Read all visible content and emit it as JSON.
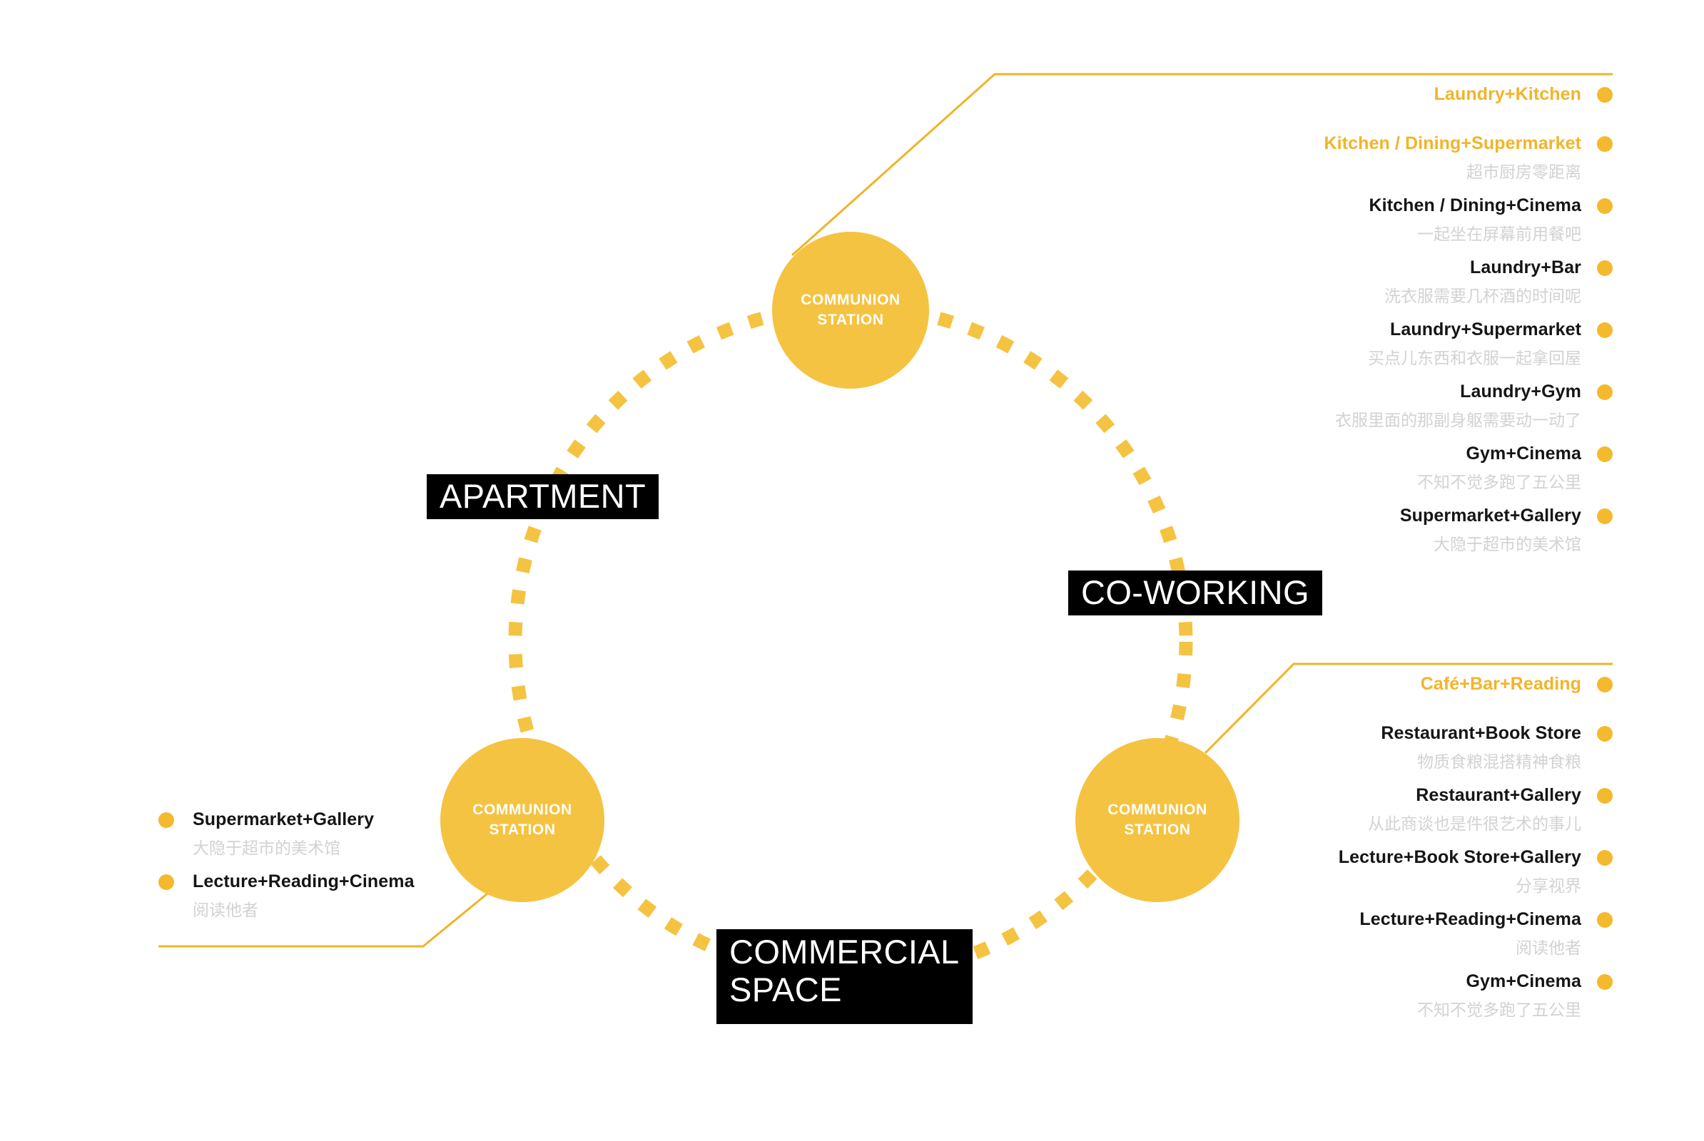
{
  "theme": {
    "yellow": "#F5C342",
    "dot_yellow": "#F4B92C",
    "line_yellow": "#EFB429",
    "black": "#000000",
    "subtitle_gray": "#D2D2D2"
  },
  "stations": [
    {
      "id": "top",
      "label": "COMMUNION\nSTATION"
    },
    {
      "id": "left",
      "label": "COMMUNION\nSTATION"
    },
    {
      "id": "right",
      "label": "COMMUNION\nSTATION"
    }
  ],
  "zones": {
    "apartment": "APARTMENT",
    "coworking": "CO-WORKING",
    "commercial": "COMMERCIAL\nSPACE"
  },
  "right_list_top": [
    {
      "title": "Laundry+Kitchen",
      "accent": true,
      "sub": ""
    },
    {
      "title": "Kitchen / Dining+Supermarket",
      "accent": true,
      "sub": "超市厨房零距离"
    },
    {
      "title": "Kitchen / Dining+Cinema",
      "accent": false,
      "sub": "一起坐在屏幕前用餐吧"
    },
    {
      "title": "Laundry+Bar",
      "accent": false,
      "sub": "洗衣服需要几杯酒的时间呢"
    },
    {
      "title": "Laundry+Supermarket",
      "accent": false,
      "sub": "买点儿东西和衣服一起拿回屋"
    },
    {
      "title": "Laundry+Gym",
      "accent": false,
      "sub": "衣服里面的那副身躯需要动一动了"
    },
    {
      "title": "Gym+Cinema",
      "accent": false,
      "sub": "不知不觉多跑了五公里"
    },
    {
      "title": "Supermarket+Gallery",
      "accent": false,
      "sub": "大隐于超市的美术馆"
    }
  ],
  "right_list_bottom": [
    {
      "title": "Café+Bar+Reading",
      "accent": true,
      "sub": ""
    },
    {
      "title": "Restaurant+Book Store",
      "accent": false,
      "sub": "物质食粮混搭精神食粮"
    },
    {
      "title": "Restaurant+Gallery",
      "accent": false,
      "sub": "从此商谈也是件很艺术的事儿"
    },
    {
      "title": "Lecture+Book Store+Gallery",
      "accent": false,
      "sub": "分享视界"
    },
    {
      "title": "Lecture+Reading+Cinema",
      "accent": false,
      "sub": "阅读他者"
    },
    {
      "title": "Gym+Cinema",
      "accent": false,
      "sub": "不知不觉多跑了五公里"
    }
  ],
  "left_list": [
    {
      "title": "Supermarket+Gallery",
      "accent": false,
      "sub": "大隐于超市的美术馆"
    },
    {
      "title": "Lecture+Reading+Cinema",
      "accent": false,
      "sub": "阅读他者"
    }
  ]
}
